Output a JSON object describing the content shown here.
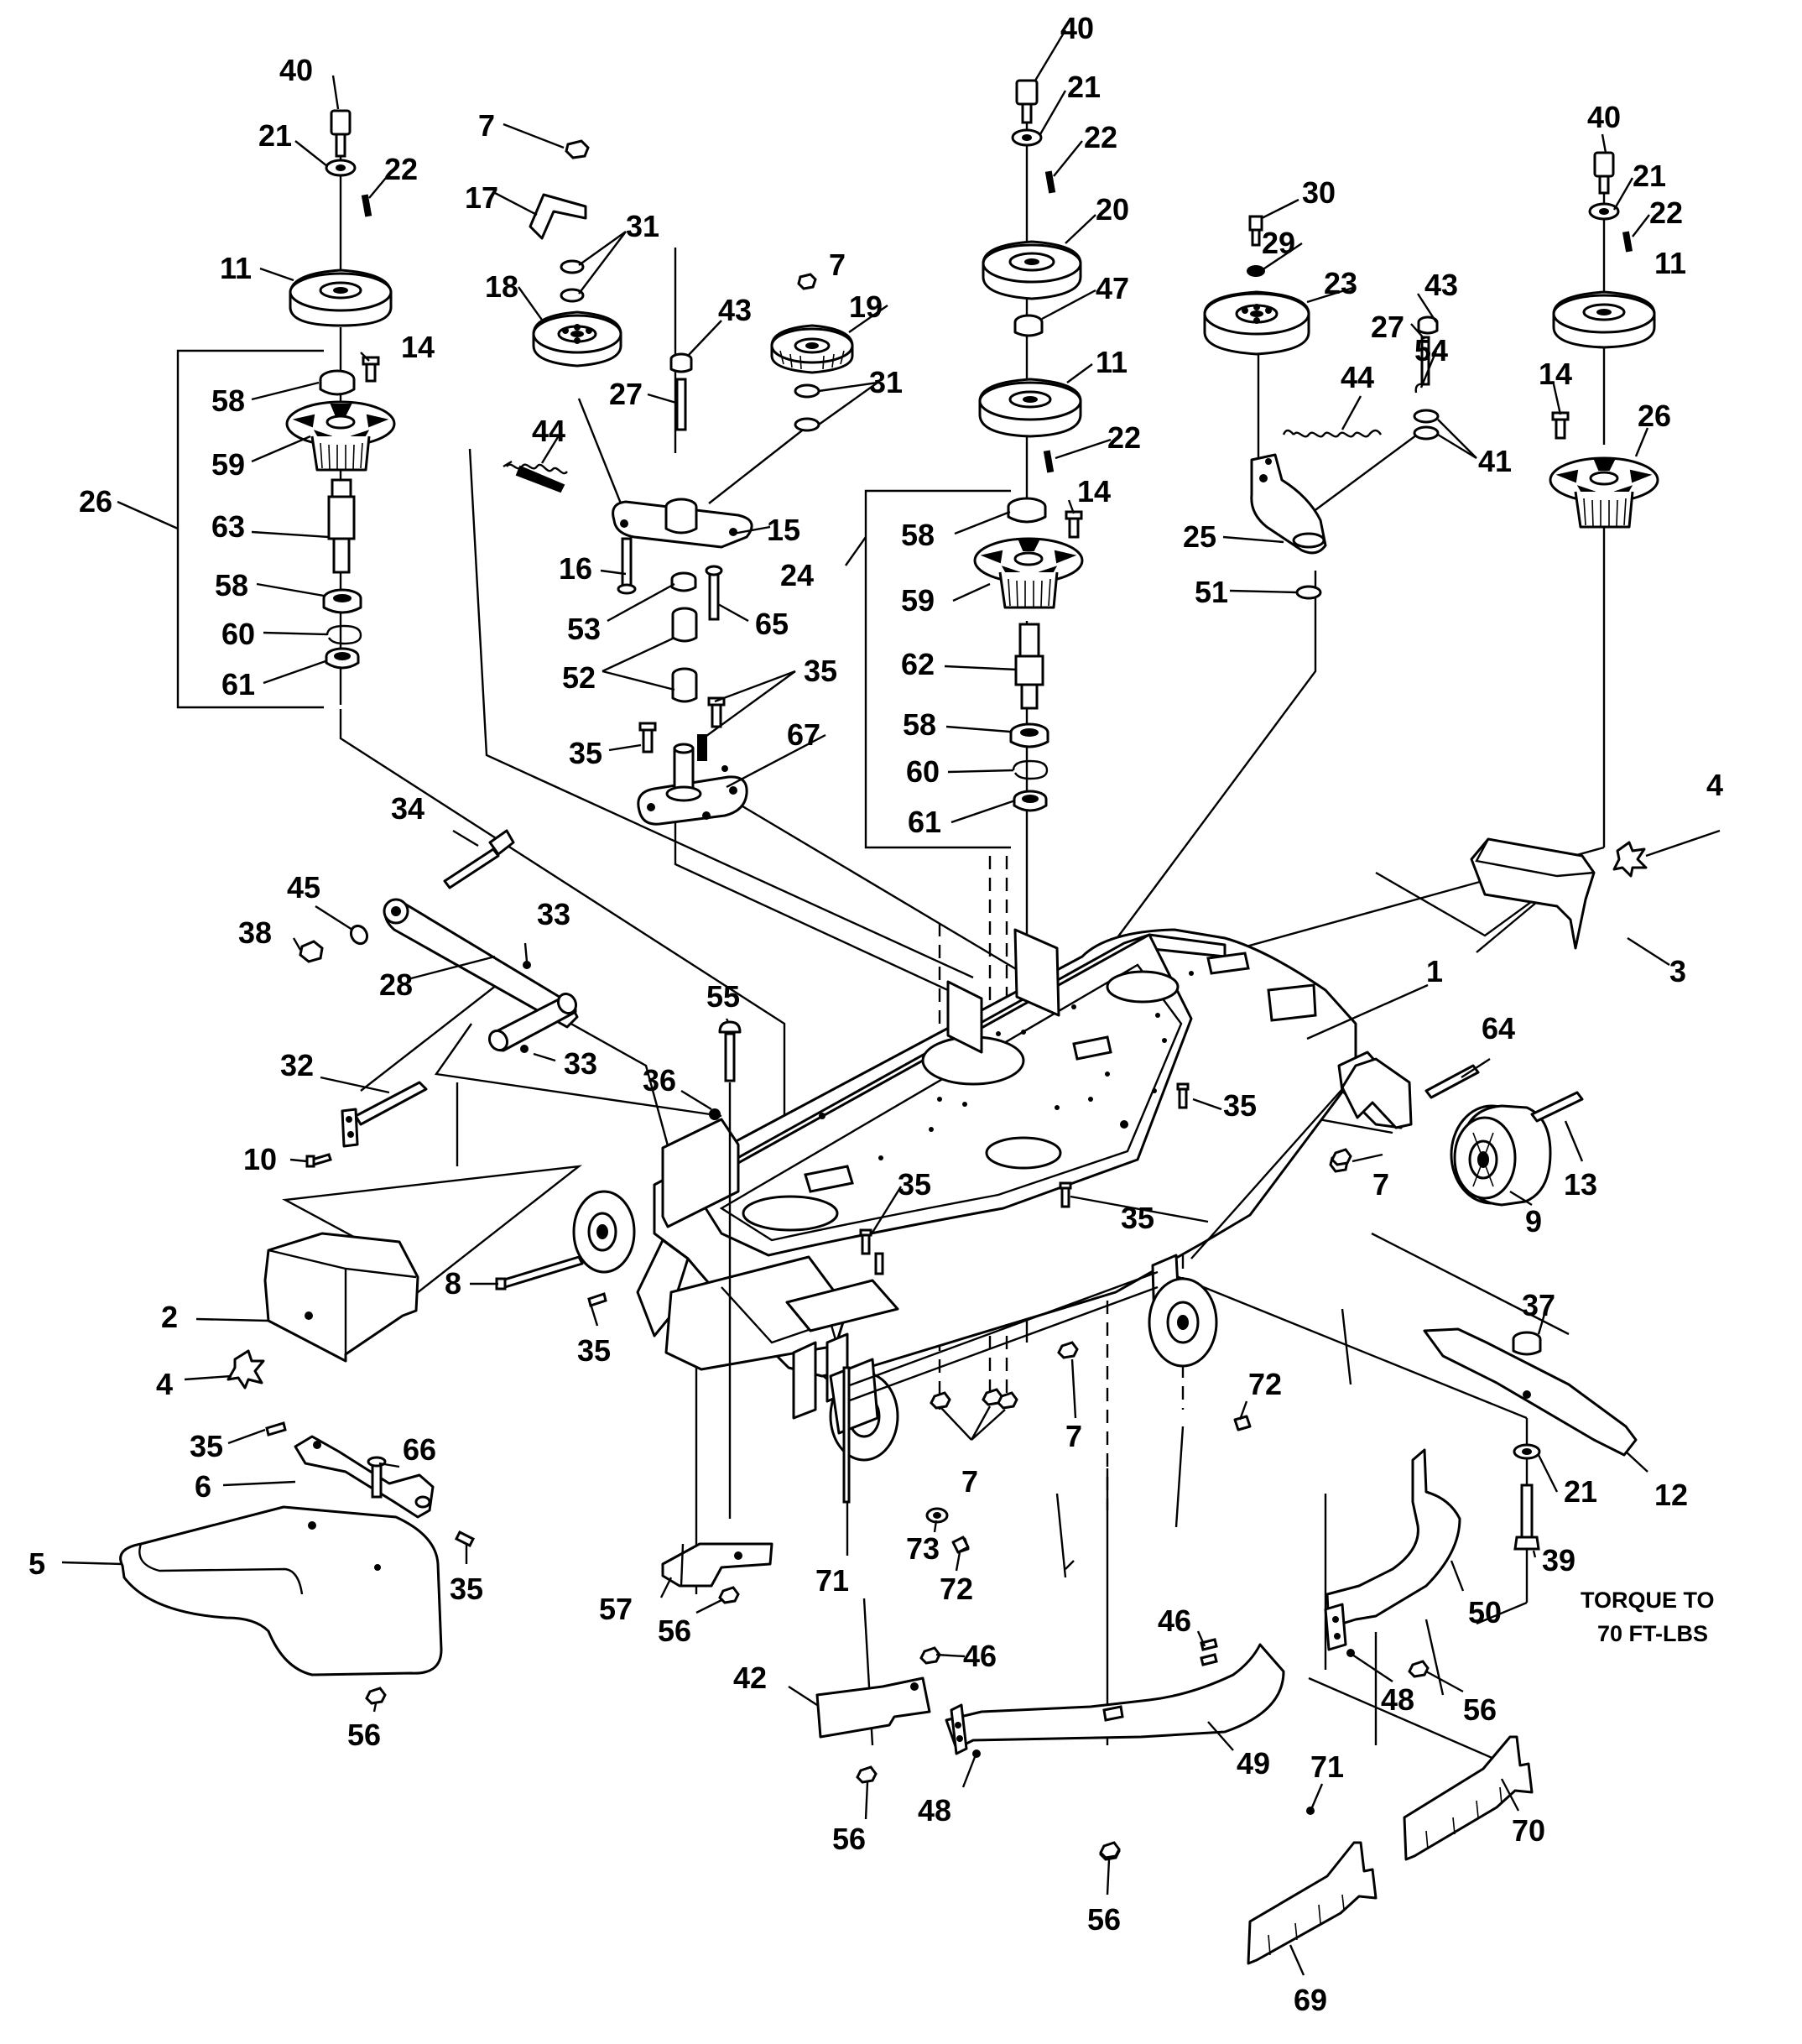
{
  "labels": {
    "n40": "40",
    "n21": "21",
    "n22": "22",
    "n20": "20",
    "n47": "47",
    "n11": "11",
    "n58": "58",
    "n59": "59",
    "n62": "62",
    "n60": "60",
    "n61": "61",
    "n14": "14",
    "n24": "24",
    "n63": "63",
    "n26": "26",
    "n7": "7",
    "n17": "17",
    "n31": "31",
    "n18": "18",
    "n19": "19",
    "n43": "43",
    "n27": "27",
    "n44": "44",
    "n15": "15",
    "n16": "16",
    "n53": "53",
    "n65": "65",
    "n52": "52",
    "n35": "35",
    "n67": "67",
    "n30": "30",
    "n29": "29",
    "n23": "23",
    "n54": "54",
    "n41": "41",
    "n25": "25",
    "n51": "51",
    "n34": "34",
    "n45": "45",
    "n38": "38",
    "n28": "28",
    "n33": "33",
    "n32": "32",
    "n10": "10",
    "n55": "55",
    "n36": "36",
    "n1": "1",
    "n3": "3",
    "n4": "4",
    "n64": "64",
    "n13": "13",
    "n9": "9",
    "n8": "8",
    "n2": "2",
    "n72": "72",
    "n37": "37",
    "n12": "12",
    "n39": "39",
    "n66": "66",
    "n6": "6",
    "n5": "5",
    "n56": "56",
    "n73": "73",
    "n71": "71",
    "n57": "57",
    "n50": "50",
    "n46": "46",
    "n42": "42",
    "n48": "48",
    "n49": "49",
    "n70": "70",
    "n69": "69"
  },
  "note": {
    "line1": "TORQUE TO",
    "line2": "70 FT-LBS"
  }
}
